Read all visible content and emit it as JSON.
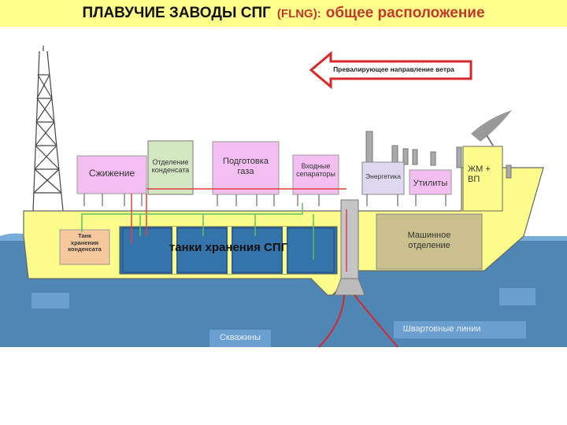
{
  "title": {
    "main": "ПЛАВУЧИЕ ЗАВОДЫ СПГ",
    "abbr": "(FLNG):",
    "rest": "общее расположение"
  },
  "wind": {
    "label": "Превалирующее направление ветра"
  },
  "modules": {
    "liquefaction": "Сжижение",
    "condensate_sep_line1": "Отделение",
    "condensate_sep_line2": "конденсата",
    "gas_prep_line1": "Подготовка",
    "gas_prep_line2": "газа",
    "inlet_sep_line1": "Входные",
    "inlet_sep_line2": "сепараторы",
    "power": "Энергетика",
    "utilities": "Утилиты",
    "quarters_line1": "ЖМ +",
    "quarters_line2": "ВП"
  },
  "hull": {
    "condensate_tank_line1": "Танк",
    "condensate_tank_line2": "хранения",
    "condensate_tank_line3": "конденсата",
    "lng_tanks": "танки хранения СПГ",
    "engine_room_line1": "Машинное",
    "engine_room_line2": "отделение"
  },
  "subsea": {
    "wells": "Скважины",
    "mooring": "Швартовные линии"
  }
}
